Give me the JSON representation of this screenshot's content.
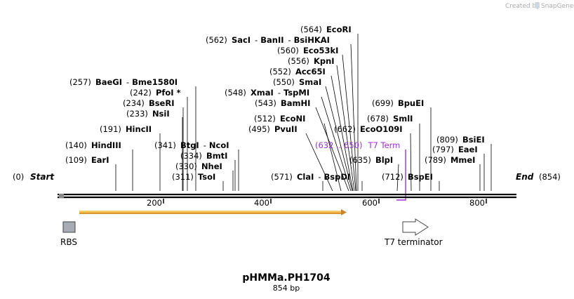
{
  "watermark": "Created by",
  "watermark_brand": "SnapGene",
  "plasmid": {
    "name": "pHMMa.PH1704",
    "length_label": "854 bp"
  },
  "ends": {
    "start_pos": "(0)",
    "start_label": "Start",
    "end_pos": "(854)",
    "end_label": "End"
  },
  "ruler": [
    "200",
    "400",
    "600",
    "800"
  ],
  "sites": [
    {
      "pos": "(564)",
      "name": "EcoRI"
    },
    {
      "pos": "(562)",
      "name": "SacI",
      "name2": "BanII",
      "name3": "BsiHKAI"
    },
    {
      "pos": "(560)",
      "name": "Eco53kI"
    },
    {
      "pos": "(556)",
      "name": "KpnI"
    },
    {
      "pos": "(552)",
      "name": "Acc65I"
    },
    {
      "pos": "(550)",
      "name": "SmaI"
    },
    {
      "pos": "(548)",
      "name": "XmaI",
      "name2": "TspMI"
    },
    {
      "pos": "(543)",
      "name": "BamHI"
    },
    {
      "pos": "(512)",
      "name": "EcoNI"
    },
    {
      "pos": "(495)",
      "name": "PvuII"
    },
    {
      "pos": "(571)",
      "name": "ClaI",
      "name2": "BspDI"
    },
    {
      "pos": "(699)",
      "name": "BpuEI"
    },
    {
      "pos": "(678)",
      "name": "SmlI"
    },
    {
      "pos": "(662)",
      "name": "EcoO109I"
    },
    {
      "pos": "(635)",
      "name": "BlpI"
    },
    {
      "pos": "(712)",
      "name": "BspEI"
    },
    {
      "pos": "(809)",
      "name": "BsiEI"
    },
    {
      "pos": "(797)",
      "name": "EaeI"
    },
    {
      "pos": "(789)",
      "name": "MmeI"
    },
    {
      "pos": "(257)",
      "name": "BaeGI",
      "name2": "Bme1580I"
    },
    {
      "pos": "(242)",
      "name": "PfoI *"
    },
    {
      "pos": "(234)",
      "name": "BseRI"
    },
    {
      "pos": "(233)",
      "name": "NsiI"
    },
    {
      "pos": "(191)",
      "name": "HincII"
    },
    {
      "pos": "(140)",
      "name": "HindIII"
    },
    {
      "pos": "(109)",
      "name": "EarI"
    },
    {
      "pos": "(341)",
      "name": "BtgI",
      "name2": "NcoI"
    },
    {
      "pos": "(334)",
      "name": "BmtI"
    },
    {
      "pos": "(330)",
      "name": "NheI"
    },
    {
      "pos": "(311)",
      "name": "TsoI"
    }
  ],
  "terminator_site": {
    "range": "(632 .. 650)",
    "name": "T7 Term"
  },
  "features": [
    {
      "label": "RBS",
      "color": "#a8acb2"
    },
    {
      "label": "T7 terminator",
      "color": "#ffffff"
    }
  ],
  "cds_color": "#f2b646"
}
